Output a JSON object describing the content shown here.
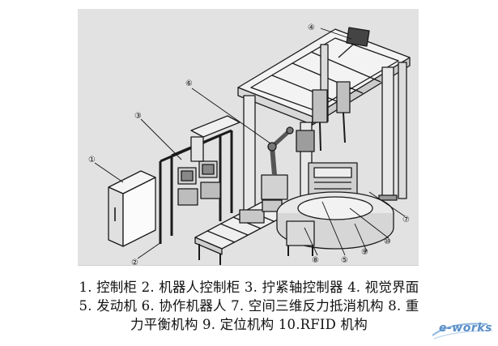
{
  "callouts": [
    {
      "label": "①",
      "id": 1
    },
    {
      "label": "②",
      "id": 2
    },
    {
      "label": "③",
      "id": 3
    },
    {
      "label": "④",
      "id": 4
    },
    {
      "label": "⑤",
      "id": 5
    },
    {
      "label": "⑥",
      "id": 6
    },
    {
      "label": "⑦",
      "id": 7
    },
    {
      "label": "⑧",
      "id": 8
    },
    {
      "label": "⑨",
      "id": 9
    },
    {
      "label": "⑩",
      "id": 10
    }
  ],
  "caption": {
    "line1": "1. 控制柜  2. 机器人控制柜  3. 拧紧轴控制器  4. 视觉界面",
    "line2": "5. 发动机  6. 协作机器人  7. 空间三维反力抵消机构  8. 重",
    "line3": "力平衡机构  9. 定位机构  10.RFID 机构"
  },
  "watermark": {
    "text": "e-works",
    "color": "#5a8fc8"
  },
  "colors": {
    "background": "#e2e2e2",
    "line": "#1a1a1a"
  }
}
